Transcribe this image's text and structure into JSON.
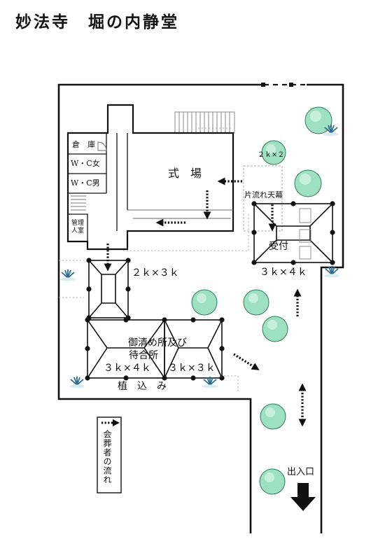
{
  "title": "妙法寺　堀の内静堂",
  "rooms": {
    "storage": "倉　庫",
    "wc_women": "W・C女",
    "wc_men": "W・C男",
    "manager_room": "管理人室",
    "main_hall": "式　場",
    "reception": "受付",
    "canopy": "片流れ天幕",
    "waiting_area_line1": "御清め所及び",
    "waiting_area_line2": "待合所",
    "planting": "植　込　み",
    "entrance": "出入口"
  },
  "dimensions": {
    "canopy": "２ｋ×２",
    "reception": "３ｋ×４ｋ",
    "link_tent": "２ｋ×３ｋ",
    "waiting_left": "３ｋ×４ｋ",
    "waiting_right": "３ｋ×３ｋ"
  },
  "legend": {
    "label": "会葬者の流れ"
  },
  "colors": {
    "line": "#111111",
    "tree_fill": "#9ee0c2",
    "tree_dark": "#5fb58e",
    "plant": "#2c6e8e",
    "arrow": "#111111"
  }
}
